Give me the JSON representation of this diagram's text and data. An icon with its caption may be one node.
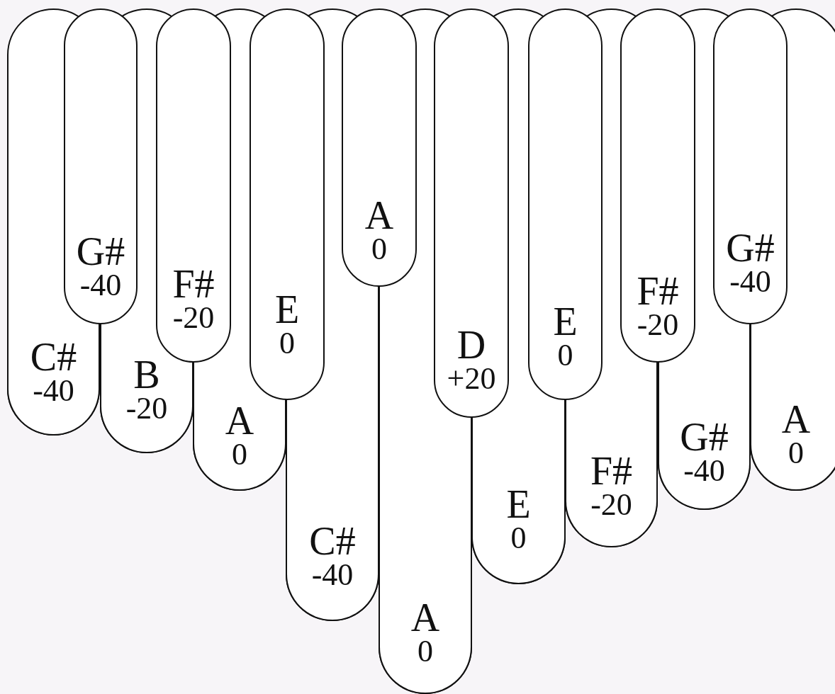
{
  "diagram": {
    "nodes": [
      {
        "text": [
          "C#",
          "-40"
        ]
      },
      {
        "text": [
          "G#",
          "-40"
        ]
      },
      {
        "text": [
          "B",
          "-20"
        ]
      },
      {
        "text": [
          "F#",
          "-20"
        ]
      },
      {
        "text": [
          "A",
          "0"
        ]
      },
      {
        "text": [
          "E",
          "0"
        ]
      },
      {
        "text": [
          "C#",
          "-40"
        ]
      },
      {
        "text": [
          "A",
          "0"
        ]
      },
      {
        "text": [
          "A",
          "0"
        ]
      },
      {
        "text": [
          "D",
          "+20"
        ]
      },
      {
        "text": [
          "E",
          "0"
        ]
      },
      {
        "text": [
          "E",
          "0"
        ]
      },
      {
        "text": [
          "F#",
          "-20"
        ]
      },
      {
        "text": [
          "F#",
          "-20"
        ]
      },
      {
        "text": [
          "G#",
          "-40"
        ]
      },
      {
        "text": [
          "G#",
          "-40"
        ]
      },
      {
        "text": [
          "A",
          "0"
        ]
      }
    ]
  }
}
